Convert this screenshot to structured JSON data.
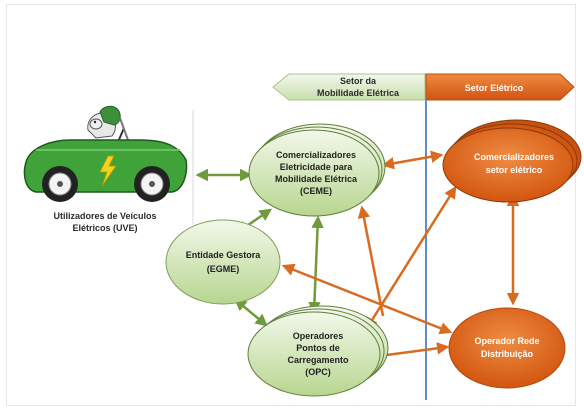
{
  "banners": {
    "mobility_sector": [
      "Setor da",
      "Mobilidade Elétrica"
    ],
    "electric_sector": "Setor Elétrico"
  },
  "nodes": {
    "uve": [
      "Utilizadores de Veículos",
      "Elétricos (UVE)"
    ],
    "ceme": [
      "Comercializadores",
      "Eletricidade para",
      "Mobilidade Elétrica",
      "(CEME)"
    ],
    "egme": [
      "Entidade Gestora",
      "(EGME)"
    ],
    "opc": [
      "Operadores",
      "Pontos de",
      "Carregamento",
      "(OPC)"
    ],
    "cse": [
      "Comercializadores",
      "setor elétrico"
    ],
    "ord": [
      "Operador Rede",
      "Distribuição"
    ]
  },
  "colors": {
    "green_arrow": "#6f9b3c",
    "orange_arrow": "#d86b1f",
    "divider": "#5b8fc7",
    "green_node": "#c5dfa6",
    "orange_node": "#e0621c",
    "car_body": "#3fa33a"
  },
  "icons": [
    "electric-car-icon",
    "lightning-bolt-icon"
  ]
}
